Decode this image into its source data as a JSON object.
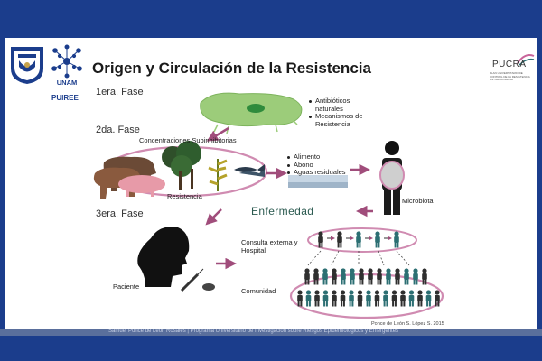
{
  "slide": {
    "title": "Origen y Circulación de la Resistencia",
    "logos": {
      "unam": "UNAM",
      "puiree": "PUIREE",
      "pucra": "PUCRA",
      "pucra_subtitle": "PLAN UNIVERSITARIO DE CONTROL DE LA RESISTENCIA ANTIMICROBIANA"
    },
    "phase1": {
      "label": "1era. Fase",
      "bullets": [
        "Antibióticos naturales",
        "Mecanismos de Resistencia"
      ]
    },
    "phase2": {
      "label": "2da. Fase",
      "concentration_label": "Concentraciones Subinhibitorias",
      "resistance_label": "Resistencia",
      "bullets": [
        "Alimento",
        "Abono",
        "Aguas residuales"
      ],
      "microbiota_label": "Microbiota"
    },
    "phase3": {
      "label": "3era. Fase",
      "disease_label": "Enfermedad",
      "patient_label": "Paciente",
      "hospital_label": "Consulta externa y Hospital",
      "community_label": "Comunidad",
      "credit": "Ponce de León S. López S. 2015"
    },
    "footer": {
      "caption": "Samuel Ponce de León Rosales | Programa Universitario de Investigación sobre Riesgos Epidemiológicos y Emergentes"
    }
  },
  "colors": {
    "background": "#1b3d8c",
    "accent_pink": "#c9659b",
    "arrow": "#a04d7b",
    "bacteria_green": "#86c06a",
    "people_dark": "#2f2f2f",
    "people_teal": "#2c6f73"
  }
}
